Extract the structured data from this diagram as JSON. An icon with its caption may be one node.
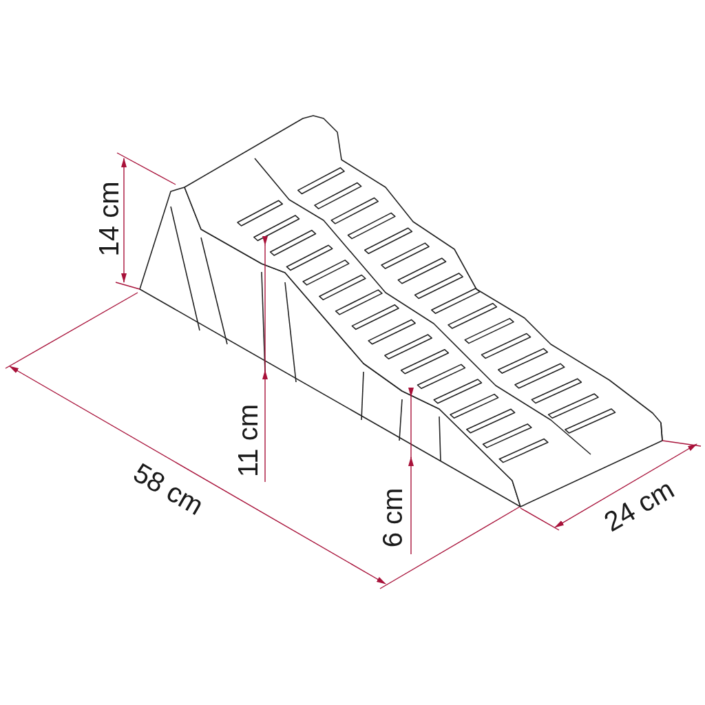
{
  "diagram": {
    "labels": [
      "14 cm",
      "11 cm",
      "58 cm",
      "24 cm",
      "6 cm"
    ]
  }
}
